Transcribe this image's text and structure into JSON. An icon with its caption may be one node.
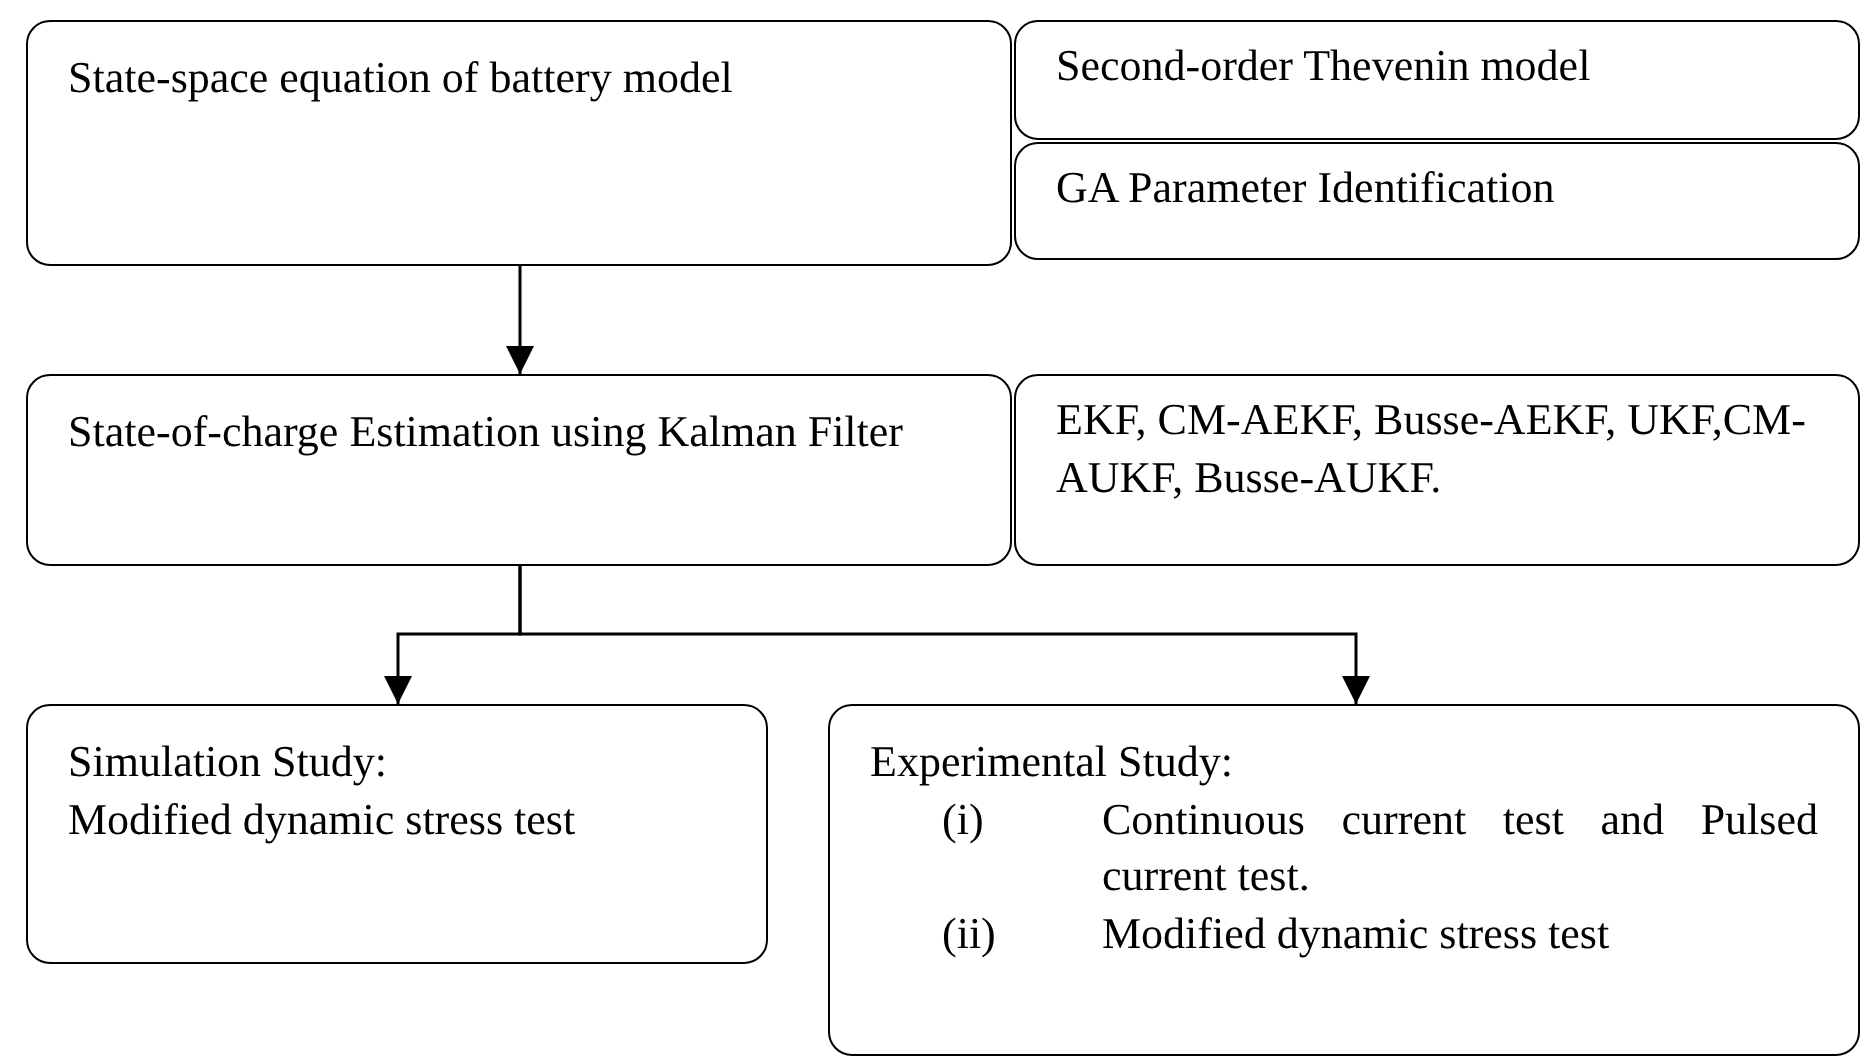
{
  "diagram": {
    "nodes": [
      {
        "text": [
          "State-space equation of battery model"
        ]
      },
      {
        "text": [
          "Second-order Thevenin model"
        ]
      },
      {
        "text": [
          "GA Parameter Identification"
        ]
      },
      {
        "text": [
          "State-of-charge Estimation using Kalman Filter"
        ]
      },
      {
        "text": [
          "EKF, CM-AEKF, Busse-AEKF, UKF,CM-AUKF, Busse-AUKF."
        ]
      },
      {
        "text": [
          "Simulation Study:",
          "Modified dynamic stress test"
        ]
      },
      {
        "text": [
          "Experimental Study:",
          "(i)",
          "Continuous current test and Pulsed current test.",
          "(ii)",
          "Modified dynamic stress test"
        ]
      }
    ],
    "edges": [
      {
        "from": 0,
        "to": 3,
        "arrow": "to"
      },
      {
        "from": 3,
        "to": 5,
        "arrow": "to"
      },
      {
        "from": 3,
        "to": 6,
        "arrow": "to"
      }
    ]
  }
}
